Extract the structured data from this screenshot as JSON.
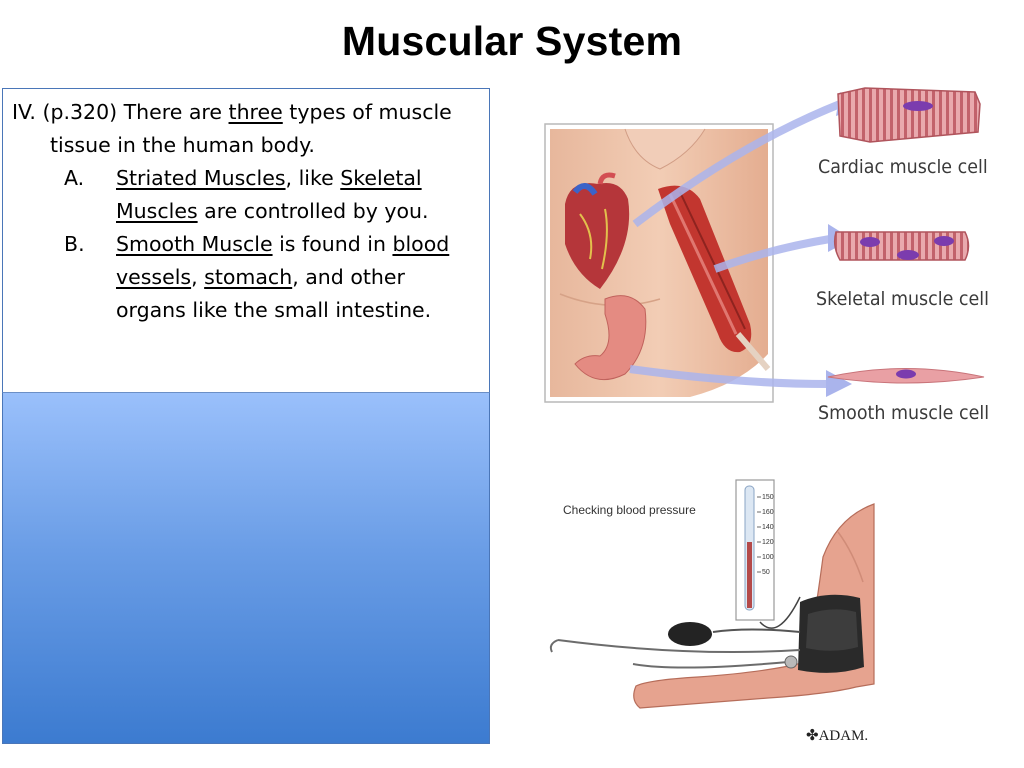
{
  "slide": {
    "title": "Muscular System"
  },
  "content": {
    "point_prefix": "IV. (p.320) There are ",
    "point_emph": "three",
    "point_suffix": " types of muscle tissue in the human body.",
    "item_a": {
      "marker": "A.",
      "u1": "Striated Muscles",
      "t1": ", like ",
      "u2": "Skeletal Muscles",
      "t2": " are controlled by you."
    },
    "item_b": {
      "marker": "B.",
      "u1": "Smooth Muscle",
      "t1": " is found in ",
      "u2": "blood vessels",
      "t2": ", ",
      "u3": "stomach",
      "t3": ", and other organs like the small intestine."
    }
  },
  "muscle_figure": {
    "cardiac_label": "Cardiac muscle cell",
    "skeletal_label": "Skeletal muscle cell",
    "smooth_label": "Smooth muscle cell"
  },
  "bp_figure": {
    "caption": "Checking blood pressure",
    "scale_labels": [
      "150",
      "160",
      "140",
      "120",
      "100",
      "50"
    ],
    "brand": "✤ADAM."
  }
}
